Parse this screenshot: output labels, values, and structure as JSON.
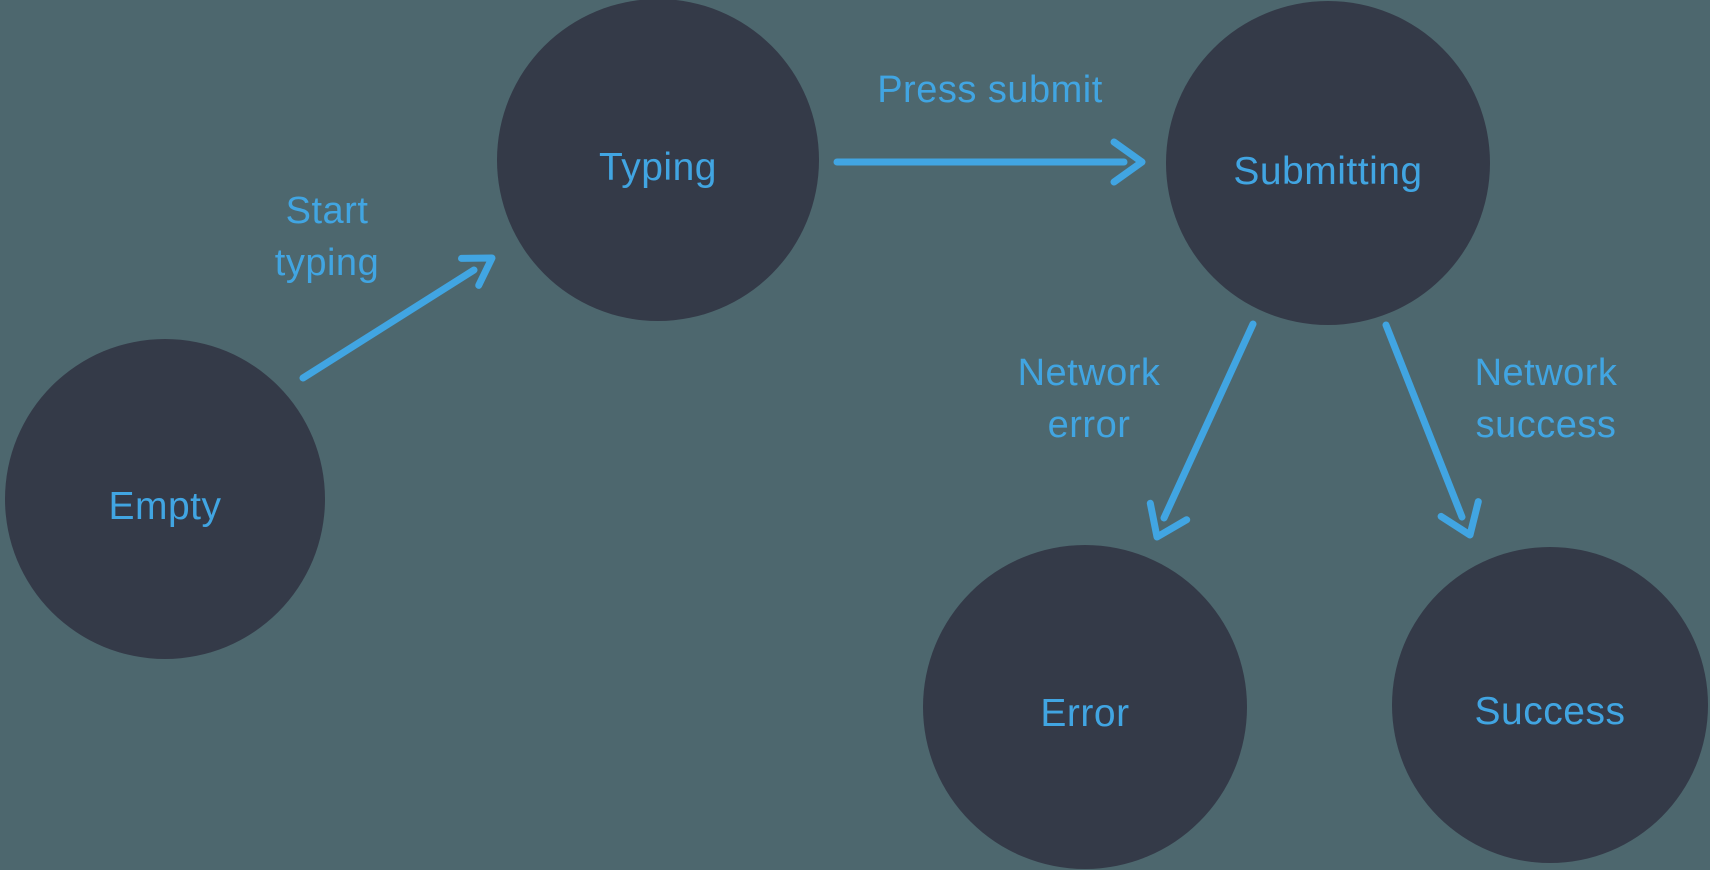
{
  "colors": {
    "background": "#4D676E",
    "node_fill": "#343A48",
    "accent": "#41A5E2"
  },
  "diagram": {
    "type": "state-machine",
    "nodes": {
      "empty": {
        "label": "Empty"
      },
      "typing": {
        "label": "Typing"
      },
      "submitting": {
        "label": "Submitting"
      },
      "error": {
        "label": "Error"
      },
      "success": {
        "label": "Success"
      }
    },
    "edges": {
      "start_typing": {
        "from": "Empty",
        "to": "Typing",
        "label_lines": [
          "Start",
          "typing"
        ]
      },
      "press_submit": {
        "from": "Typing",
        "to": "Submitting",
        "label_lines": [
          "Press submit"
        ]
      },
      "network_error": {
        "from": "Submitting",
        "to": "Error",
        "label_lines": [
          "Network",
          "error"
        ]
      },
      "network_success": {
        "from": "Submitting",
        "to": "Success",
        "label_lines": [
          "Network",
          "success"
        ]
      }
    }
  }
}
